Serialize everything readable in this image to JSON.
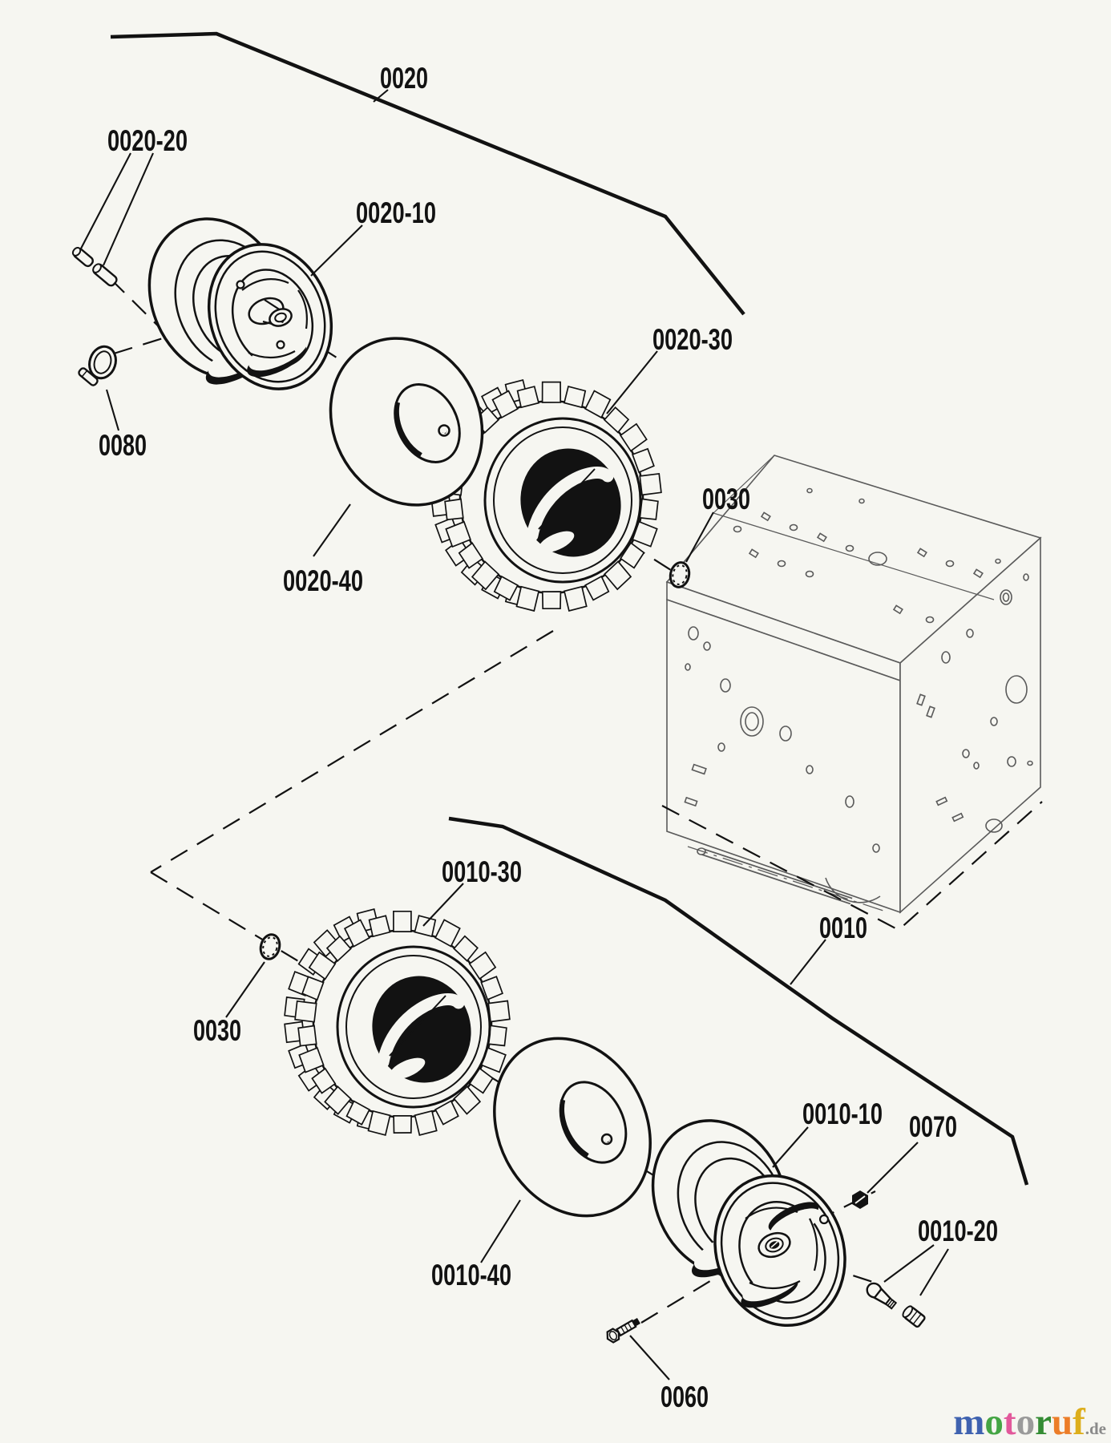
{
  "page": {
    "background": "#f6f6f1",
    "line_color": "#121212",
    "chassis_line_color": "#5a5a5a"
  },
  "diagram": {
    "kind": "exploded-parts-diagram",
    "assemblies": [
      {
        "name": "upper wheel assembly",
        "group_ref": "0020"
      },
      {
        "name": "lower wheel assembly",
        "group_ref": "0010"
      }
    ]
  },
  "callouts": {
    "c0020": {
      "text": "0020"
    },
    "c0020_20": {
      "text": "0020-20"
    },
    "c0020_10": {
      "text": "0020-10"
    },
    "c0020_30": {
      "text": "0020-30"
    },
    "c0020_40": {
      "text": "0020-40"
    },
    "c0080": {
      "text": "0080"
    },
    "c0030a": {
      "text": "0030"
    },
    "c0030b": {
      "text": "0030"
    },
    "c0010": {
      "text": "0010"
    },
    "c0010_30": {
      "text": "0010-30"
    },
    "c0010_10": {
      "text": "0010-10"
    },
    "c0010_20": {
      "text": "0010-20"
    },
    "c0010_40": {
      "text": "0010-40"
    },
    "c0060": {
      "text": "0060"
    },
    "c0070": {
      "text": "0070"
    }
  },
  "watermark": {
    "letters": [
      {
        "ch": "m",
        "color": "#3f62b0"
      },
      {
        "ch": "o",
        "color": "#44a544"
      },
      {
        "ch": "t",
        "color": "#e2589b"
      },
      {
        "ch": "o",
        "color": "#9a9a9a"
      },
      {
        "ch": "r",
        "color": "#348c34"
      },
      {
        "ch": "u",
        "color": "#ec7d28"
      },
      {
        "ch": "f",
        "color": "#ddae1b"
      }
    ],
    "suffix": ".de",
    "suffix_color": "#8a8a8a"
  }
}
